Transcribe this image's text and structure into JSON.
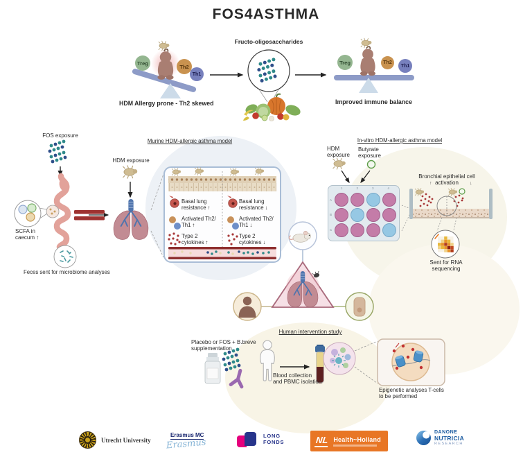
{
  "title": "FOS4ASTHMA",
  "colors": {
    "treg_green": "#94b690",
    "th2_orange": "#c9924f",
    "th1_blue": "#7780bd",
    "seesaw_blue": "#8d9bc7",
    "molecule_teal": "#2f8a8a",
    "molecule_navy": "#2f4f8a",
    "vessel_red": "#8e2f2f",
    "well_pink": "#c47ca8",
    "well_blue": "#96c8e4",
    "triangle_pink": "#f6e0e6"
  },
  "top": {
    "treg": "Treg",
    "th2": "Th2",
    "th1": "Th1",
    "left_caption": "HDM Allergy prone - Th2 skewed",
    "fos_label": "Fructo-oligosaccharides",
    "right_caption": "Improved immune balance"
  },
  "murine_section": {
    "title": "Murine HDM-allergic asthma model",
    "fos_exposure": "FOS exposure",
    "hdm_exposure": "HDM exposure",
    "scfa_caption": "SCFA in\ncaecum ↑",
    "feces_caption": "Feces sent for microbiome analyses",
    "panel": {
      "left_column": [
        "Basal lung\nresistance ↑",
        "Activated Th2/\nTh1 ↑",
        "Type 2\ncytokines ↑"
      ],
      "right_column": [
        "Basal lung\nresistance ↓",
        "Activated Th2/\nTh1 ↓",
        "Type 2\ncytokines ↓"
      ]
    }
  },
  "invitro_section": {
    "title": "In-vitro HDM-allergic asthma model",
    "hdm_exposure": "HDM\nexposure",
    "butyrate_exposure": "Butyrate\nexposure",
    "bronchial_caption": "Bronchial epithelial cell\nactivation",
    "rna_caption": "Sent for RNA\nsequencing",
    "up_arrow": "↑",
    "down_arrow": "↓",
    "plate": {
      "col_labels": [
        "1",
        "2",
        "3",
        "4"
      ],
      "row_labels": [
        "A",
        "B",
        "C"
      ],
      "wells": [
        [
          "pink",
          "pink",
          "blue",
          "pink"
        ],
        [
          "pink",
          "blue",
          "pink",
          "pink"
        ],
        [
          "pink",
          "pink",
          "pink",
          "blue"
        ]
      ]
    }
  },
  "human_section": {
    "title": "Human intervention study",
    "supplement_caption": "Placebo or FOS + B.breve\nsupplementation",
    "blood_caption": "Blood collection\nand PBMC isolation",
    "epigenetic_caption": "Epigenetic analyses T-cells\nto be performed"
  },
  "logos": {
    "utrecht": "Utrecht University",
    "erasmus_mc": "Erasmus MC",
    "erasmus_signature": "Erasmus",
    "longfonds": "LONG\nFONDS",
    "health_nl": "NL",
    "health_holland": "Health~Holland",
    "danone": "DANONE",
    "nutricia": "NUTRICIA",
    "research": "RESEARCH"
  }
}
